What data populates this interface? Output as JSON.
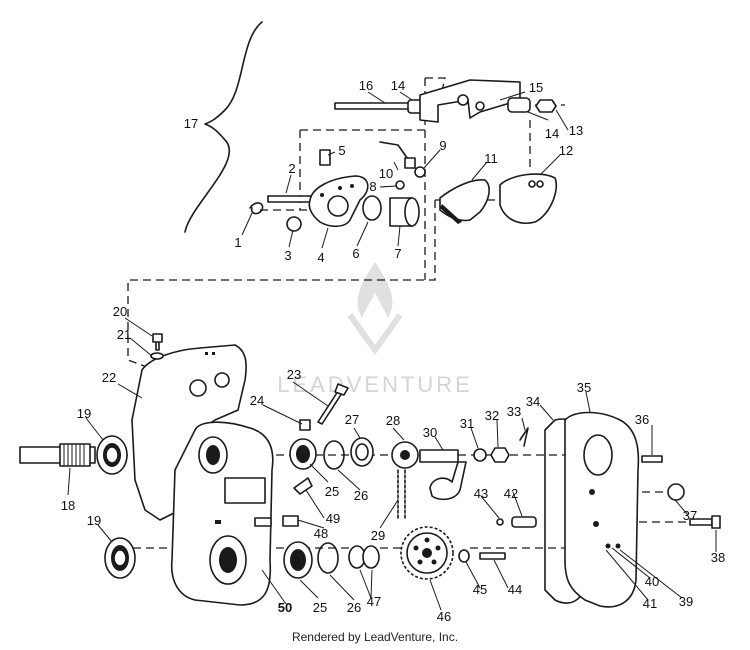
{
  "watermark": {
    "text": "LEADVENTURE",
    "logo": "leadventure-flame-logo"
  },
  "footer": {
    "text": "Rendered by LeadVenture, Inc."
  },
  "callouts": [
    "1",
    "2",
    "3",
    "4",
    "5",
    "6",
    "7",
    "8",
    "9",
    "10",
    "11",
    "12",
    "13",
    "14",
    "14",
    "15",
    "16",
    "17",
    "18",
    "19",
    "19",
    "20",
    "21",
    "22",
    "23",
    "24",
    "25",
    "25",
    "26",
    "26",
    "27",
    "28",
    "29",
    "30",
    "31",
    "32",
    "33",
    "34",
    "35",
    "36",
    "37",
    "38",
    "39",
    "40",
    "41",
    "42",
    "43",
    "44",
    "45",
    "46",
    "47",
    "48",
    "49",
    "50"
  ],
  "colors": {
    "ink": "#1a1a1a",
    "background": "#ffffff",
    "watermark": "#d4d4d4"
  }
}
